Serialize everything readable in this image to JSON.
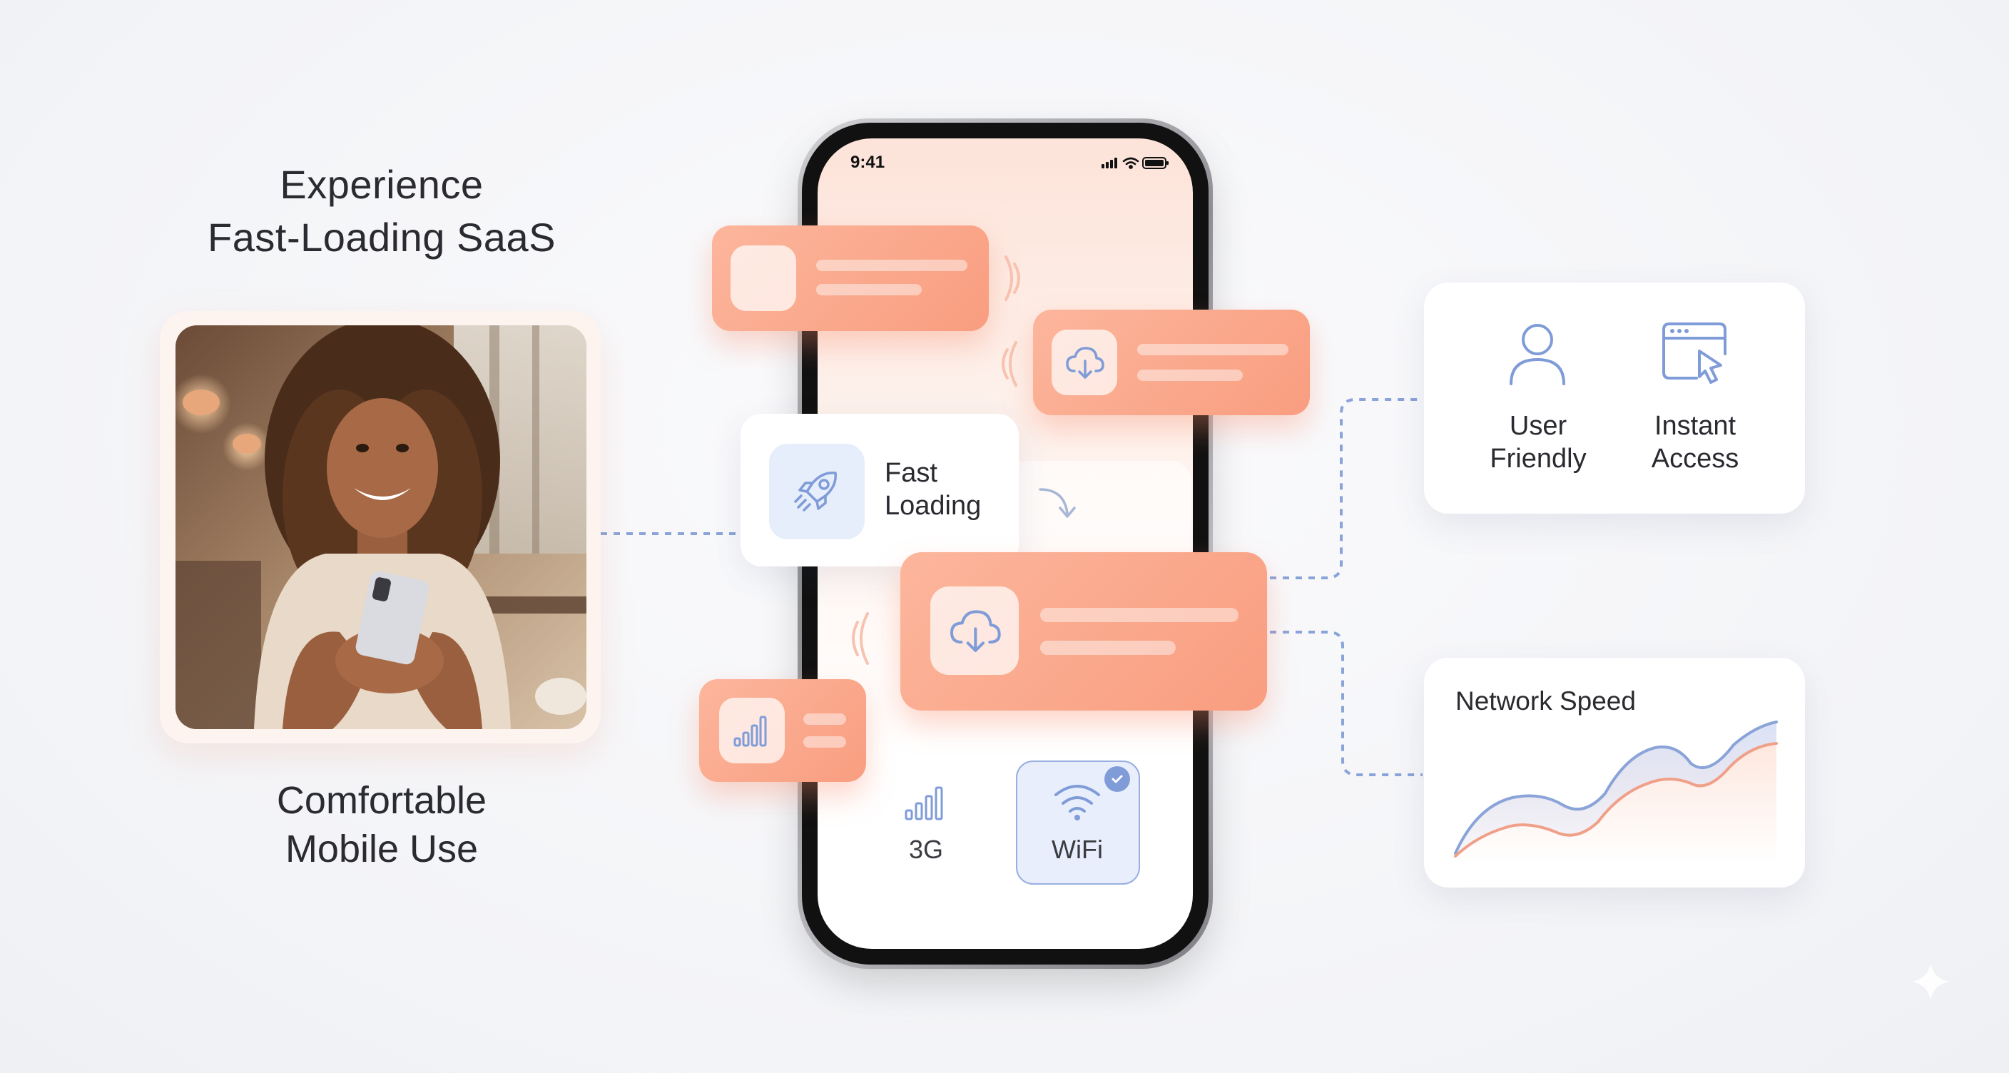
{
  "headline": {
    "line1": "Experience",
    "line2": "Fast-Loading SaaS"
  },
  "caption": {
    "line1": "Comfortable",
    "line2": "Mobile Use"
  },
  "phone": {
    "status_time": "9:41",
    "status_icons": [
      "signal-icon",
      "wifi-icon",
      "battery-icon"
    ]
  },
  "fast_loading": {
    "line1": "Fast",
    "line2": "Loading",
    "icon": "rocket-icon"
  },
  "features": [
    {
      "line1": "User",
      "line2": "Friendly",
      "icon": "user-icon"
    },
    {
      "line1": "Instant",
      "line2": "Access",
      "icon": "browser-cursor-icon"
    }
  ],
  "network_options": [
    {
      "label": "3G",
      "icon": "signal-bars-icon",
      "selected": false
    },
    {
      "label": "WiFi",
      "icon": "wifi-icon",
      "selected": true
    }
  ],
  "network_chart": {
    "title": "Network Speed",
    "series_colors": [
      "#8aa3d8",
      "#f0a088"
    ]
  },
  "colors": {
    "accent_orange": "#f99d80",
    "accent_blue": "#8aa3d8",
    "connector": "#8aa3d8",
    "text": "#2a2a30"
  }
}
